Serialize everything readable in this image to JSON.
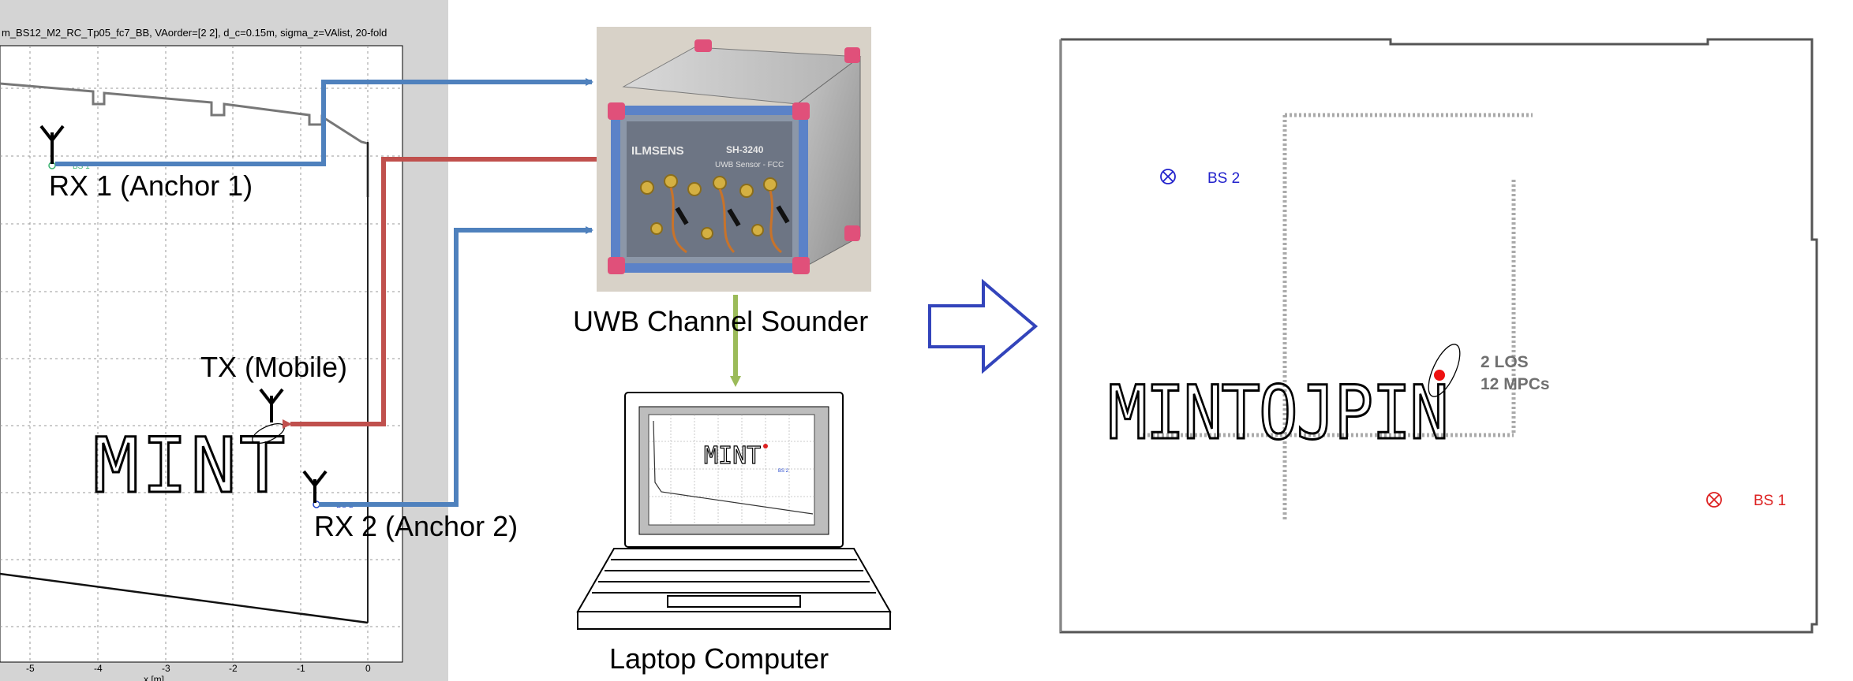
{
  "left_plot": {
    "title": "m_BS12_M2_RC_Tp05_fc7_BB, VAorder=[2 2], d_c=0.15m, sigma_z=VAlist, 20-fold",
    "x_ticks": [
      "-5",
      "-4",
      "-3",
      "-2",
      "-1",
      "0"
    ],
    "x_axis_label": "x [m]",
    "bs_small_1": "BS 1",
    "bs_small_2": "BS 2"
  },
  "labels": {
    "rx1": "RX 1 (Anchor 1)",
    "tx": "TX (Mobile)",
    "rx2": "RX 2 (Anchor 2)",
    "handwriting_left": "MINT",
    "sounder": "UWB Channel Sounder",
    "laptop": "Laptop Computer"
  },
  "device": {
    "brand": "ILMSENS",
    "model": "SH-3240",
    "subtitle": "UWB Sensor - FCC"
  },
  "laptop_screen": {
    "handwriting": "MINT",
    "bs_label": "BS 2"
  },
  "right_map": {
    "bs2": "BS 2",
    "bs1": "BS 1",
    "los": "2 LOS",
    "mpcs": "12 MPCs",
    "handwriting": "MINTOJPIN"
  },
  "colors": {
    "arrow_blue": "#4f81bd",
    "arrow_red": "#c0504d",
    "arrow_green": "#9bbb59",
    "big_arrow": "#3344bb",
    "bs2_color": "#2222cc",
    "bs1_color": "#dd2222",
    "device_frame": "#5b82c8",
    "device_corner": "#e0507a"
  }
}
